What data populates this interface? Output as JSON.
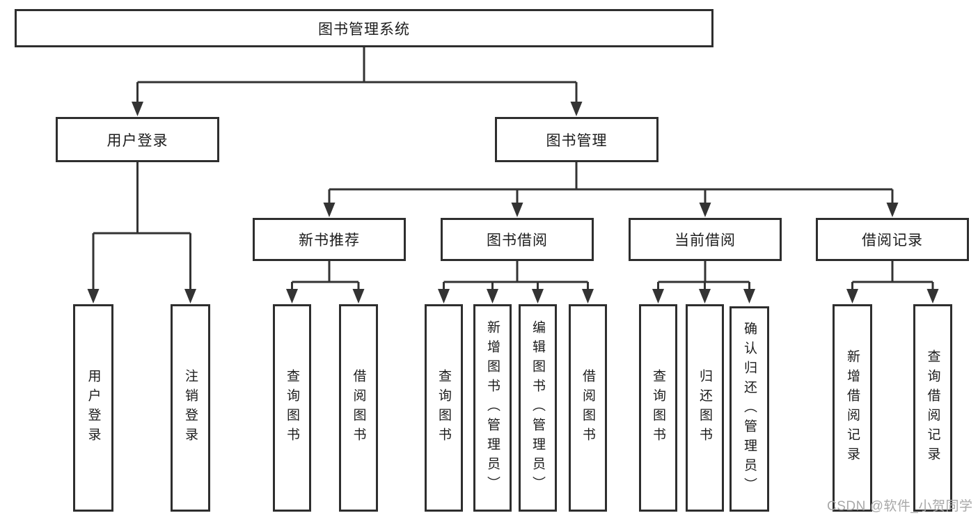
{
  "nodes": {
    "root": {
      "label": "图书管理系统"
    },
    "user_login": {
      "label": "用户登录"
    },
    "book_mgmt": {
      "label": "图书管理"
    },
    "new_books": {
      "label": "新书推荐"
    },
    "book_borrow": {
      "label": "图书借阅"
    },
    "current_borrow": {
      "label": "当前借阅"
    },
    "borrow_records": {
      "label": "借阅记录"
    }
  },
  "leaves": {
    "user_login": [
      "用户登录",
      "注销登录"
    ],
    "new_books": [
      "查询图书",
      "借阅图书"
    ],
    "book_borrow": [
      "查询图书",
      "新增图书（管理员）",
      "编辑图书（管理员）",
      "借阅图书"
    ],
    "current_borrow": [
      "查询图书",
      "归还图书",
      "确认归还（管理员）"
    ],
    "borrow_records": [
      "新增借阅记录",
      "查询借阅记录"
    ]
  },
  "watermark": {
    "text": "CSDN @软件_小贺同学"
  },
  "colors": {
    "line": "#333333",
    "box_border": "#2e2e2e",
    "text": "#1c1c1c",
    "watermark": "#a8a8a8"
  }
}
